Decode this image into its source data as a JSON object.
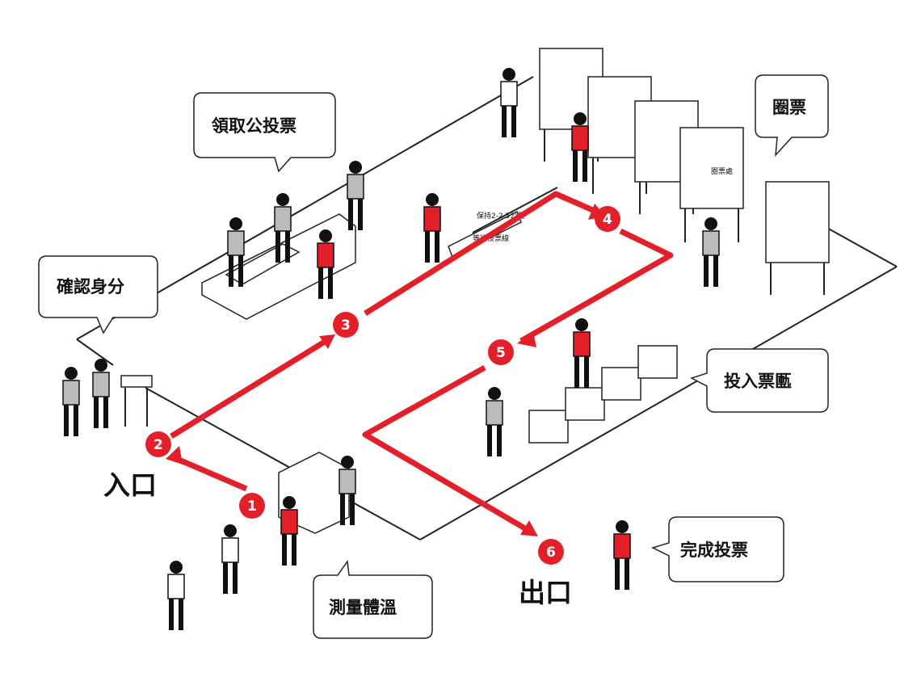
{
  "labels": {
    "confirm_id": "確認身分",
    "get_ballot": "領取公投票",
    "vote": "圈票",
    "cast_area": "投入票匭",
    "temperature": "測量體溫",
    "done": "完成投票",
    "entrance": "入口",
    "exit": "出口"
  },
  "floor_text": {
    "distance": "保持2-2.5公尺",
    "waiting_line": "等待投票線",
    "booth": "圈票處"
  },
  "steps": [
    "1",
    "2",
    "3",
    "4",
    "5",
    "6"
  ],
  "colors": {
    "route": "#e3202a",
    "outline": "#222222",
    "background": "#ffffff"
  }
}
